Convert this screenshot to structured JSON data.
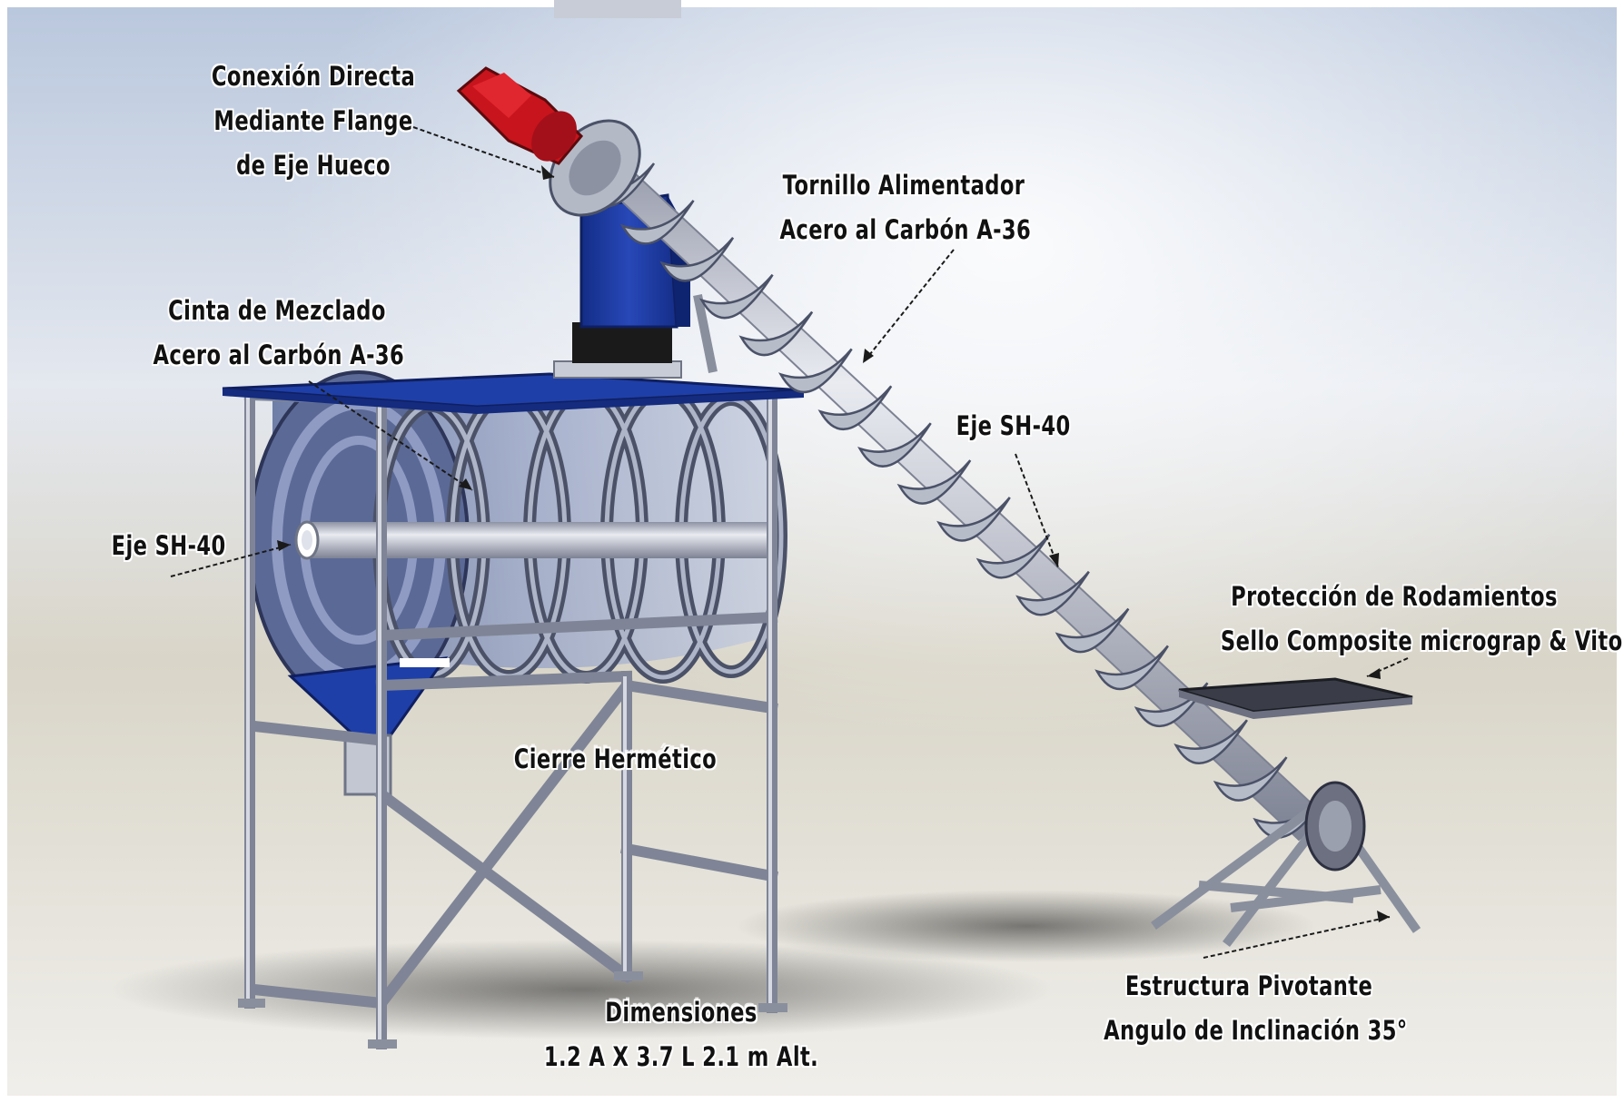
{
  "colors": {
    "background_top": "#b9c7dd",
    "background_bottom": "#e9e8e2",
    "steel": "#b7bcc9",
    "steel_dark": "#6f7585",
    "blue_panel": "#1f3fa8",
    "motor_red": "#c8141c",
    "label_text": "#111111",
    "label_halo": "#ffffff"
  },
  "labels": {
    "conexion": [
      "Conexión Directa",
      "Mediante Flange",
      "de Eje Hueco"
    ],
    "tornillo": [
      "Tornillo Alimentador",
      "Acero al Carbón A-36"
    ],
    "cinta": [
      "Cinta de Mezclado",
      "Acero al Carbón A-36"
    ],
    "eje_screw": "Eje SH-40",
    "eje_mixer": "Eje SH-40",
    "proteccion": [
      "Protección de Rodamientos",
      "Sello Composite micrograp & Viton"
    ],
    "cierre": "Cierre Hermético",
    "dimensiones": [
      "Dimensiones",
      "1.2 A X 3.7 L 2.1 m Alt."
    ],
    "estructura": [
      "Estructura Pivotante",
      "Angulo de Inclinación 35°"
    ]
  }
}
